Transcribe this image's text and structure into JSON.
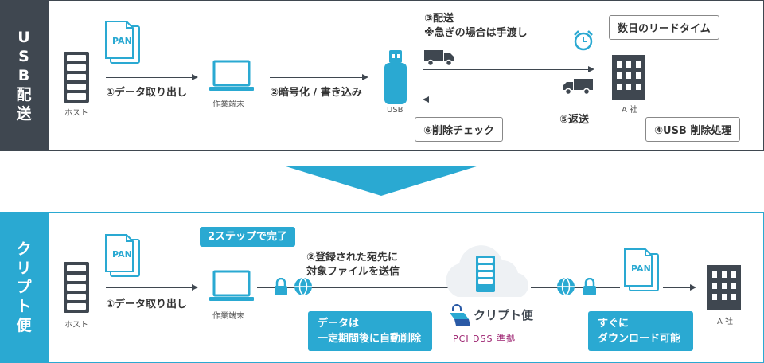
{
  "usb": {
    "section_title": "USB配送",
    "host_label": "ホスト",
    "pan_label": "PAN",
    "step1": "①データ取り出し",
    "terminal_label": "作業端末",
    "step2": "②暗号化 / 書き込み",
    "usb_label": "USB",
    "step3_line1": "③配送",
    "step3_line2": "※急ぎの場合は手渡し",
    "lead_time": "数日のリードタイム",
    "company_label": "A 社",
    "step5": "⑤返送",
    "step6": "⑥削除チェック",
    "step4": "④USB 削除処理"
  },
  "crypt": {
    "section_title": "クリプト便",
    "host_label": "ホスト",
    "pan_label": "PAN",
    "pan_label_2": "PAN",
    "two_steps": "2ステップで完了",
    "step1": "①データ取り出し",
    "terminal_label": "作業端末",
    "step2_line1": "②登録された宛先に",
    "step2_line2": "対象ファイルを送信",
    "brand_name": "クリプト便",
    "pci_label": "PCI DSS 準拠",
    "auto_delete_line1": "データは",
    "auto_delete_line2": "一定期間後に自動削除",
    "download_line1": "すぐに",
    "download_line2": "ダウンロード可能",
    "company_label": "A 社"
  },
  "colors": {
    "dark": "#3f4750",
    "accent": "#2aa9d2",
    "pci": "#9b1f6e"
  }
}
